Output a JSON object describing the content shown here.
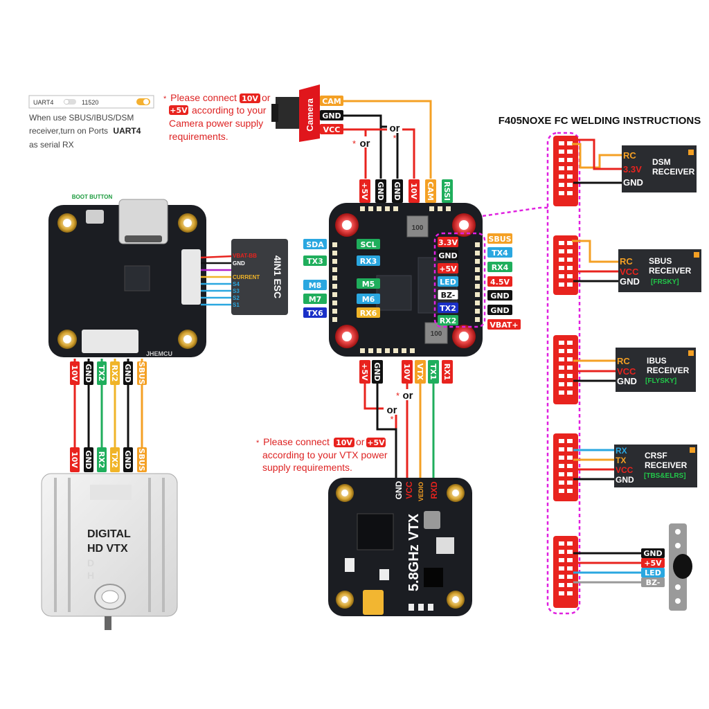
{
  "uart_panel": {
    "port": "UART4",
    "baud": "11520",
    "note_line1": "When use SBUS/IBUS/DSM",
    "note_line2_prefix": "receiver,turn on Ports",
    "note_line2_bold": "UART4",
    "note_line3": "as serial RX"
  },
  "camera_note": {
    "star": "*",
    "line1_prefix": "Please connect",
    "badge_10v": "10V",
    "or": "or",
    "badge_5v": "+5V",
    "line2": "according to your",
    "line3": "Camera power supply",
    "line4": "requirements."
  },
  "camera": {
    "title": "Camera",
    "pins": [
      "CAM",
      "GND",
      "VCC"
    ],
    "or_right": "or",
    "or_left": "or",
    "star": "*"
  },
  "title": "F405NOXE FC  WELDING INSTRUCTIONS",
  "fc_top_pads": [
    "+5V",
    "GND",
    "GND",
    "10V",
    "CAM",
    "RSSI"
  ],
  "fc_left_labels": [
    "SDA",
    "TX3",
    "M8",
    "M7",
    "TX6"
  ],
  "fc_inner_left": [
    "SCL",
    "RX3",
    "M5",
    "M6",
    "RX6"
  ],
  "fc_inner_right": [
    "3.3V",
    "GND",
    "+5V",
    "LED",
    "BZ-",
    "TX2",
    "RX2"
  ],
  "fc_right_labels": [
    "SBUS",
    "TX4",
    "RX4",
    "4.5V",
    "GND",
    "GND",
    "VBAT+"
  ],
  "fc_bottom_pads": [
    "+5V",
    "GND",
    "10V",
    "VTX",
    "TX1",
    "RX1"
  ],
  "fc_chip_label": "100",
  "left_fc": {
    "boot_label": "BOOT BUTTON",
    "brand": "JHEMCU",
    "esc_wires": [
      "VBAT-BB",
      "GND",
      "",
      "CURRENT",
      "S4",
      "S3",
      "S2",
      "S1"
    ],
    "esc_title": "4IN1 ESC",
    "bottom_pads": [
      "10V",
      "GND",
      "TX2",
      "RX2",
      "GND",
      "SBUS"
    ]
  },
  "digital_vtx": {
    "pins": [
      "10V",
      "GND",
      "RX2",
      "TX2",
      "GND",
      "SBUS"
    ],
    "line1": "DIGITAL",
    "line2": "HD VTX",
    "line3": "D",
    "line4": "H"
  },
  "vtx_note": {
    "star": "*",
    "line1_prefix": "Please connect",
    "badge_10v": "10V",
    "or": "or",
    "badge_5v": "+5V",
    "line2": "according to your VTX power",
    "line3": "supply requirements."
  },
  "analog_vtx": {
    "pins": [
      "GND",
      "VCC",
      "VEDIO",
      "RXD"
    ],
    "title": "5.8GHz VTX",
    "or_top": "or",
    "or_bottom": "or",
    "star": "*"
  },
  "receivers": [
    {
      "name_line1": "DSM",
      "name_line2": "RECEIVER",
      "brand": "",
      "pins": [
        "RC",
        "3.3V",
        "GND"
      ]
    },
    {
      "name_line1": "SBUS",
      "name_line2": "RECEIVER",
      "brand": "[FRSKY]",
      "pins": [
        "RC",
        "VCC",
        "GND"
      ]
    },
    {
      "name_line1": "IBUS",
      "name_line2": "RECEIVER",
      "brand": "[FLYSKY]",
      "pins": [
        "RC",
        "VCC",
        "GND"
      ]
    },
    {
      "name_line1": "CRSF",
      "name_line2": "RECEIVER",
      "brand": "[TBS&ELRS]",
      "pins": [
        "RX",
        "TX",
        "VCC",
        "GND"
      ]
    }
  ],
  "led_buzzer": {
    "pins": [
      "GND",
      "+5V",
      "LED",
      "BZ-"
    ]
  },
  "colors": {
    "red": "#e8231e",
    "black": "#111111",
    "orange": "#f4a024",
    "green": "#1fae5c",
    "blue": "#2aa7e0",
    "yellow": "#f0b428",
    "magenta": "#e020e0",
    "darkblue": "#1a30c8",
    "board": "#1b1d22"
  }
}
